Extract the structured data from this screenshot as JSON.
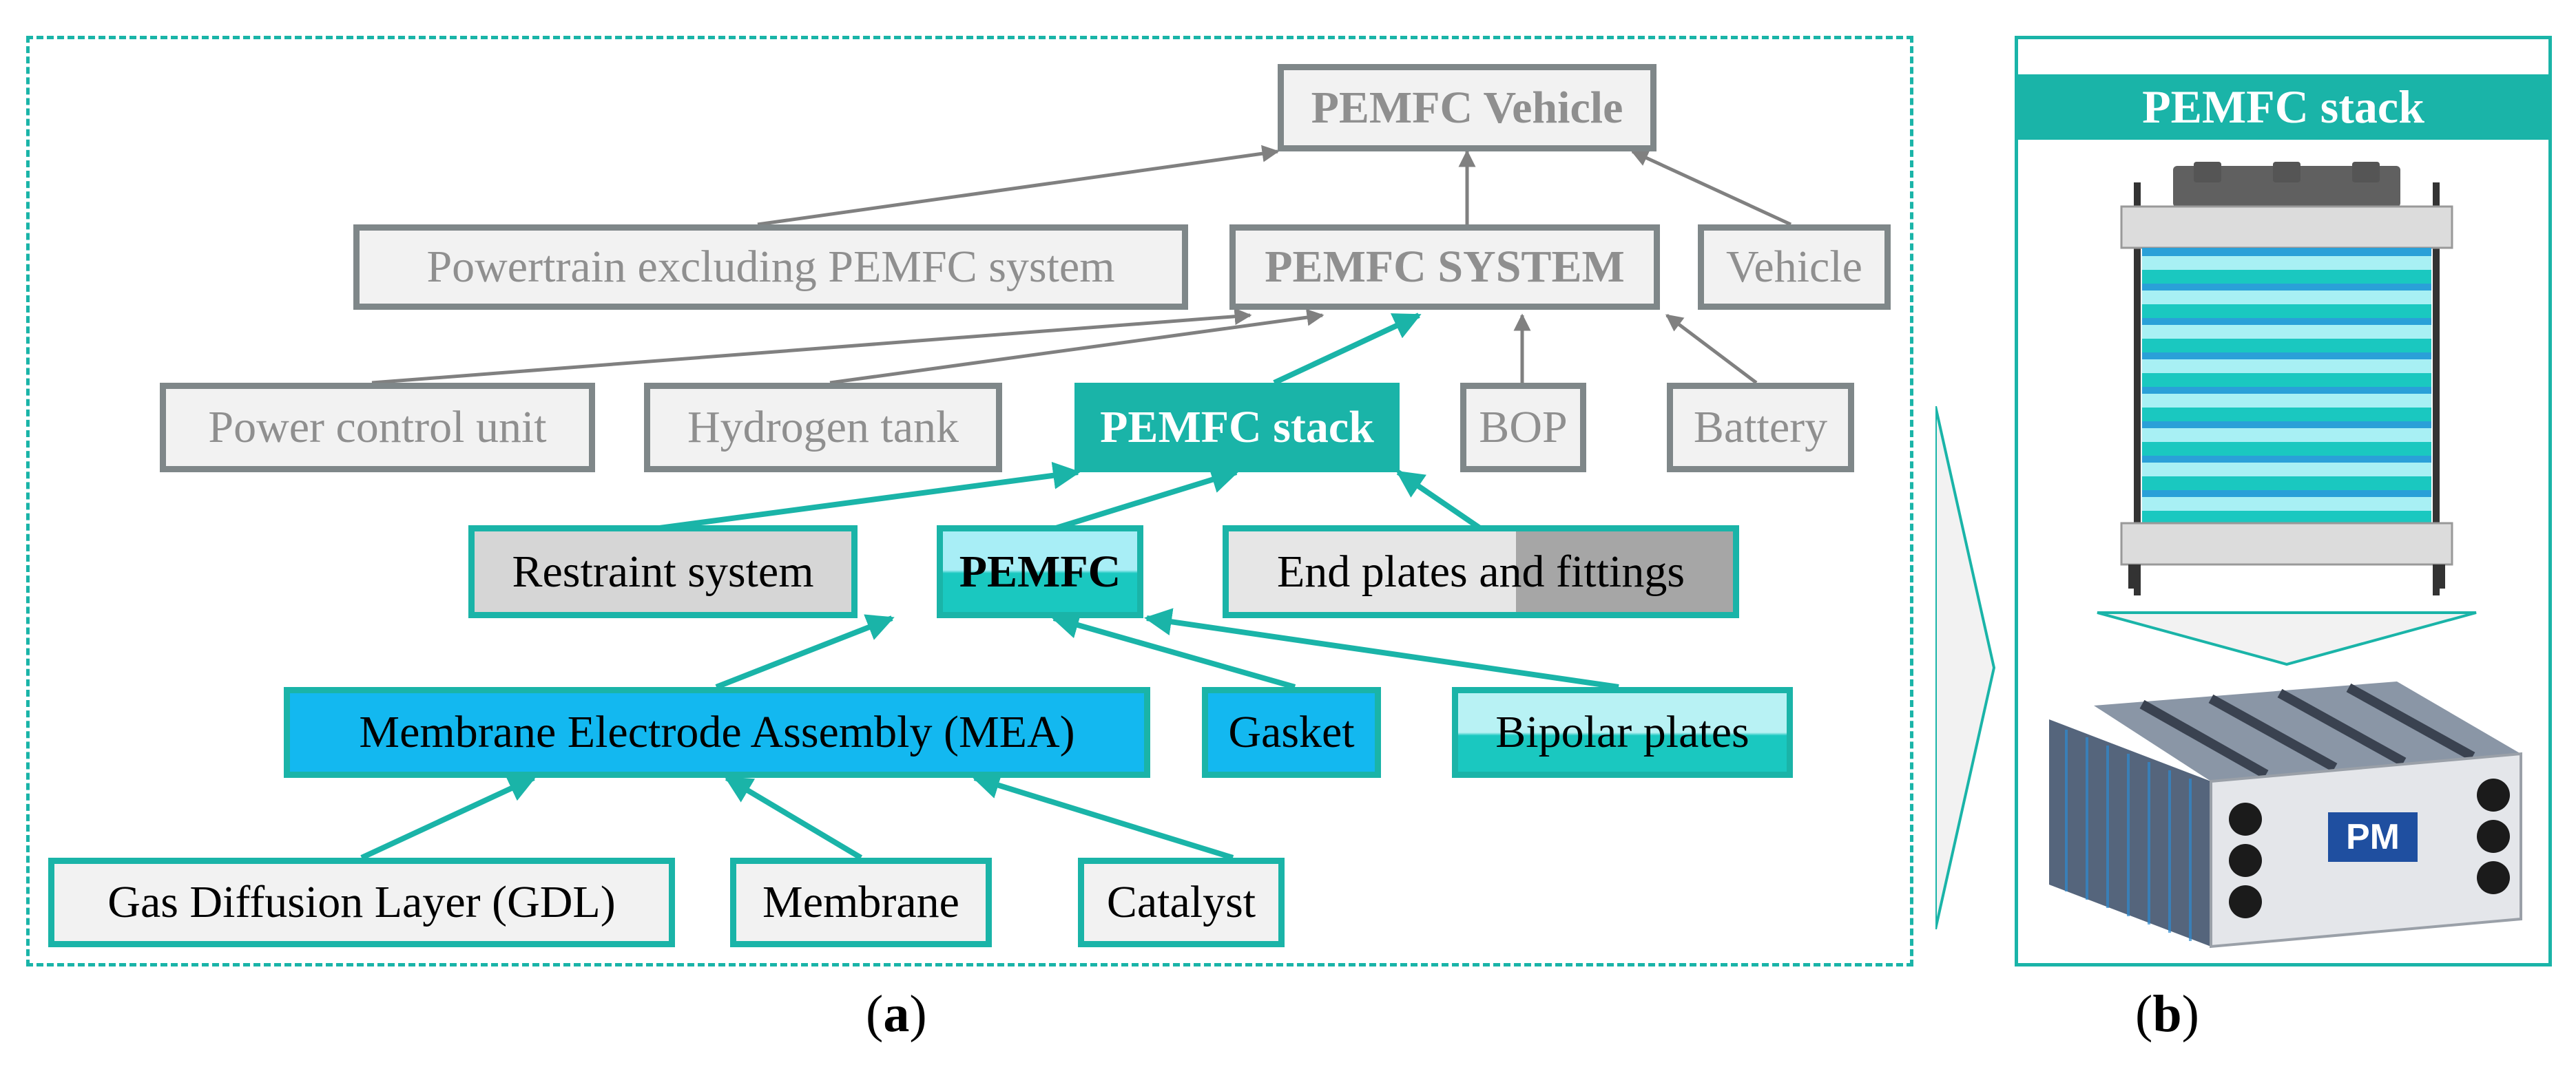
{
  "panel_a": {
    "label": "(a)",
    "nodes": {
      "vehicle_top": "PEMFC Vehicle",
      "powertrain": "Powertrain excluding PEMFC system",
      "system": "PEMFC SYSTEM",
      "vehicle": "Vehicle",
      "power_control": "Power control unit",
      "hydrogen_tank": "Hydrogen tank",
      "stack": "PEMFC stack",
      "bop": "BOP",
      "battery": "Battery",
      "restraint": "Restraint system",
      "pemfc": "PEMFC",
      "end_plates": "End plates and fittings",
      "mea": "Membrane Electrode Assembly (MEA)",
      "gasket": "Gasket",
      "bipolar": "Bipolar plates",
      "gdl": "Gas Diffusion Layer (GDL)",
      "membrane": "Membrane",
      "catalyst": "Catalyst"
    }
  },
  "panel_b": {
    "label": "(b)",
    "title": "PEMFC stack",
    "logo_text": "PM"
  },
  "colors": {
    "teal": "#1ab4a8",
    "gray_border": "#7f8789",
    "gray_text": "#8f8f8f",
    "blue": "#13b8f0"
  }
}
